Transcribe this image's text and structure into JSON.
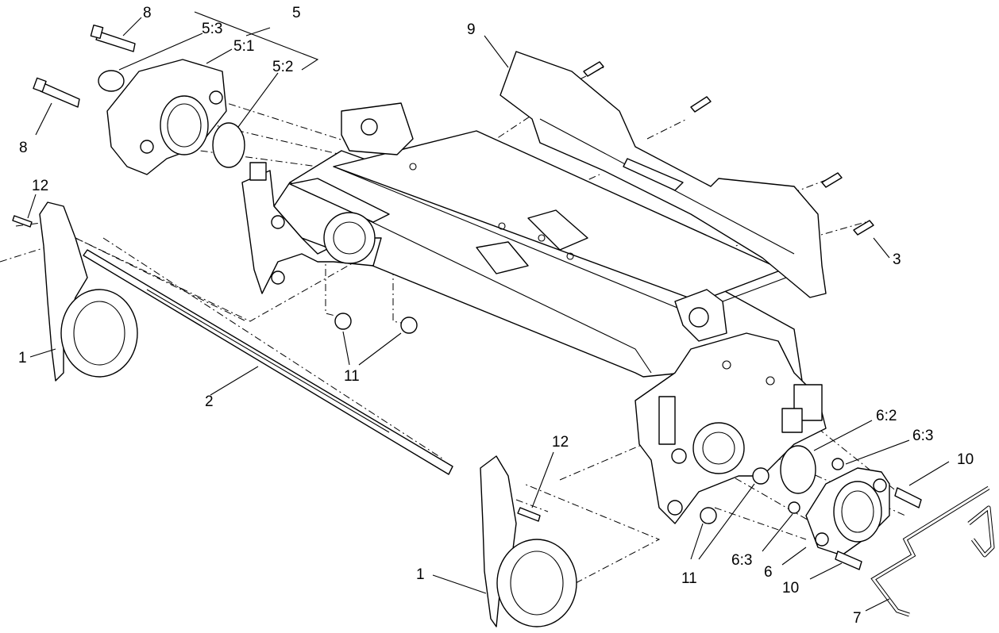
{
  "callouts": {
    "c1a": "1",
    "c1b": "1",
    "c2": "2",
    "c3": "3",
    "c5": "5",
    "c5_1": "5:1",
    "c5_2": "5:2",
    "c5_3": "5:3",
    "c6": "6",
    "c6_2": "6:2",
    "c6_3a": "6:3",
    "c6_3b": "6:3",
    "c7": "7",
    "c8a": "8",
    "c8b": "8",
    "c9": "9",
    "c10a": "10",
    "c10b": "10",
    "c11a": "11",
    "c11b": "11",
    "c12a": "12",
    "c12b": "12"
  }
}
